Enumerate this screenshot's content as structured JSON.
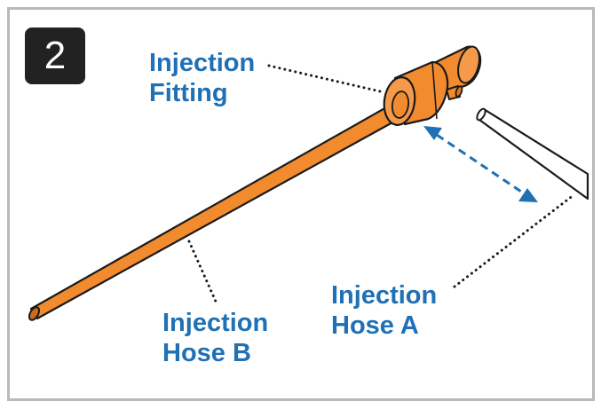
{
  "step_number": "2",
  "labels": {
    "injection_fitting": [
      "Injection",
      "Fitting"
    ],
    "injection_hose_b": [
      "Injection",
      "Hose B"
    ],
    "injection_hose_a": [
      "Injection",
      "Hose A"
    ]
  },
  "colors": {
    "label_text": "#1f70b4",
    "hose_b_orange": "#f28a2e",
    "hose_b_outline": "#1a1a1a",
    "arrow_blue": "#1f70b4",
    "frame_gray": "#b9b9b9",
    "badge_background": "#222222"
  }
}
